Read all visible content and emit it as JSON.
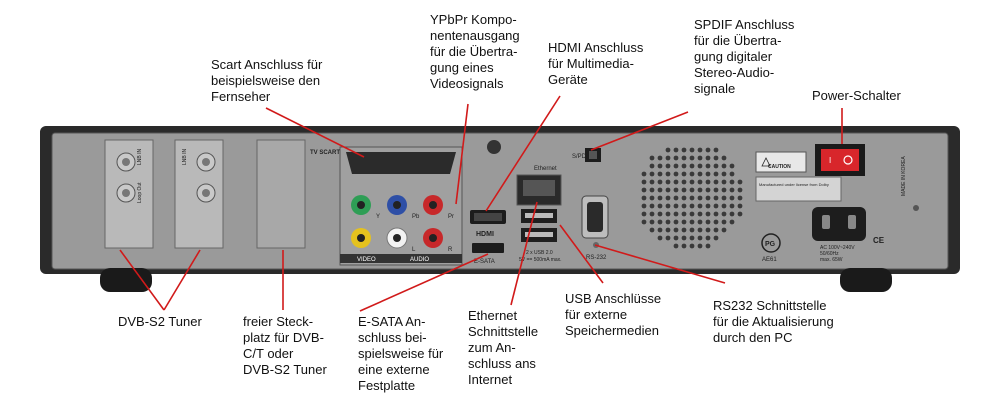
{
  "labels": {
    "scart": "Scart Anschluss für\nbeispielsweise den\nFernseher",
    "ypbpr": "YPbPr Kompo-\nnentenausgang\nfür die Übertra-\ngung eines\nVideosignals",
    "hdmi": "HDMI Anschluss\nfür Multimedia-\nGeräte",
    "spdif": "SPDIF Anschluss\nfür die Übertra-\ngung digitaler\nStereo-Audio-\nsignale",
    "power": "Power-Schalter",
    "dvbs2": "DVB-S2 Tuner",
    "free_slot": "freier Steck-\nplatz für DVB-\nC/T oder\nDVB-S2 Tuner",
    "esata": "E-SATA An-\nschluss bei-\nspielsweise für\neine externe\nFestplatte",
    "ethernet": "Ethernet\nSchnittstelle\nzum An-\nschluss ans\nInternet",
    "usb": "USB Anschlüsse\nfür externe\nSpeichermedien",
    "rs232": "RS232 Schnittstelle\nfür die Aktualisierung\ndurch den PC"
  },
  "device": {
    "tv_scart": "TV SCART",
    "video": "VIDEO",
    "audio": "AUDIO",
    "y": "Y",
    "pb": "Pb",
    "pr": "Pr",
    "l": "L",
    "r": "R",
    "hdmi": "HDMI",
    "esata": "E-SATA",
    "ethernet": "Ethernet",
    "usb_spec_1": "2 x USB 2.0",
    "usb_spec_2": "5V == 500mA max.",
    "spdif": "S/PDIF",
    "rs232": "RS-232",
    "lnb_in": "LNB IN",
    "loop_out": "Loop Out",
    "caution": "CAUTION",
    "dolby_note": "Manufactured under license from Dolby",
    "ac_1": "AC 100V~240V",
    "ac_2": "50/60Hz",
    "ac_3": "max. 65W",
    "pg": "PG",
    "ae61": "AE61",
    "ce": "CE",
    "made": "MADE IN KOREA"
  }
}
